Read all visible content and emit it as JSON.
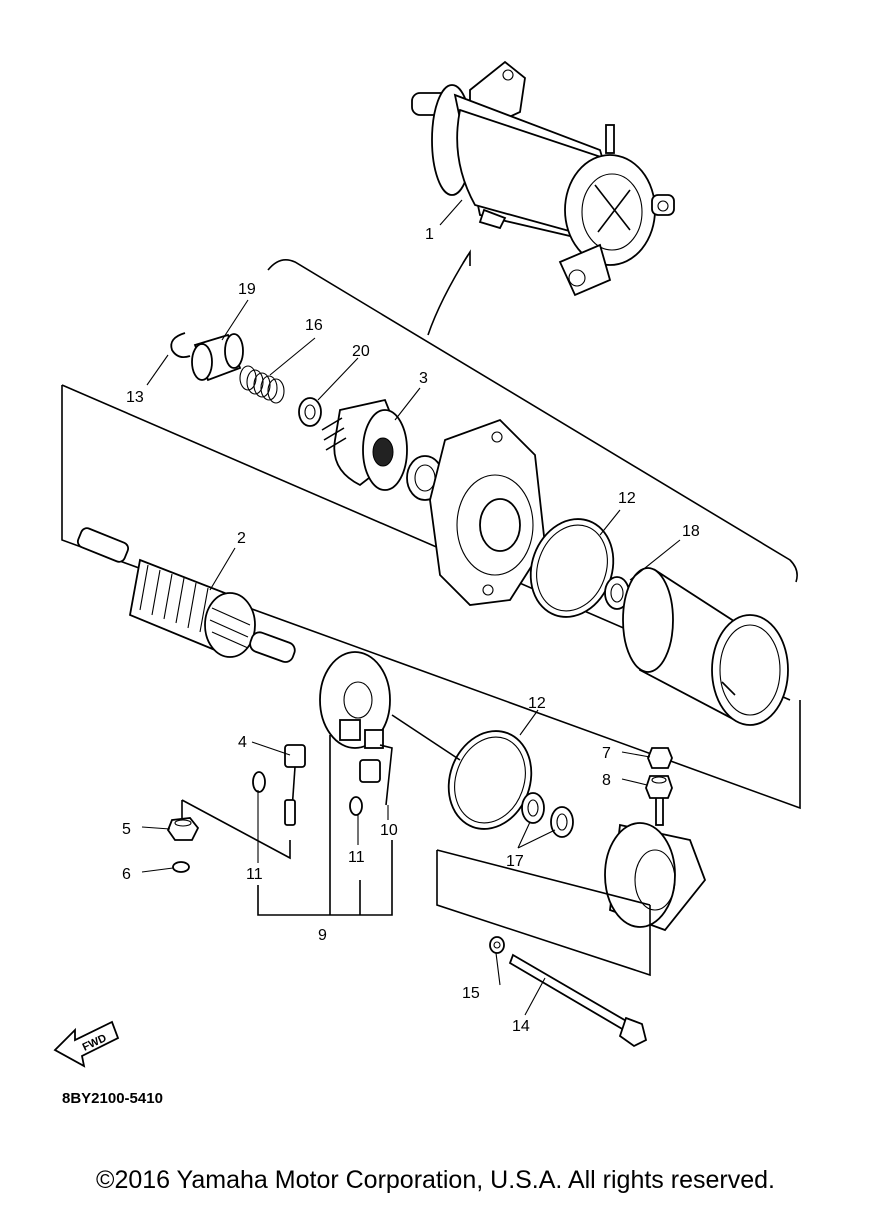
{
  "diagram": {
    "callouts": {
      "c1": "1",
      "c2": "2",
      "c3": "3",
      "c4": "4",
      "c5": "5",
      "c6": "6",
      "c7": "7",
      "c8": "8",
      "c9": "9",
      "c10": "10",
      "c11a": "11",
      "c11b": "11",
      "c12a": "12",
      "c12b": "12",
      "c13": "13",
      "c14": "14",
      "c15": "15",
      "c16": "16",
      "c17": "17",
      "c18": "18",
      "c19": "19",
      "c20": "20"
    },
    "fwd_label": "FWD",
    "drawing_code": "8BY2100-5410"
  },
  "footer": {
    "copyright": "©2016 Yamaha Motor Corporation, U.S.A. All rights reserved."
  }
}
